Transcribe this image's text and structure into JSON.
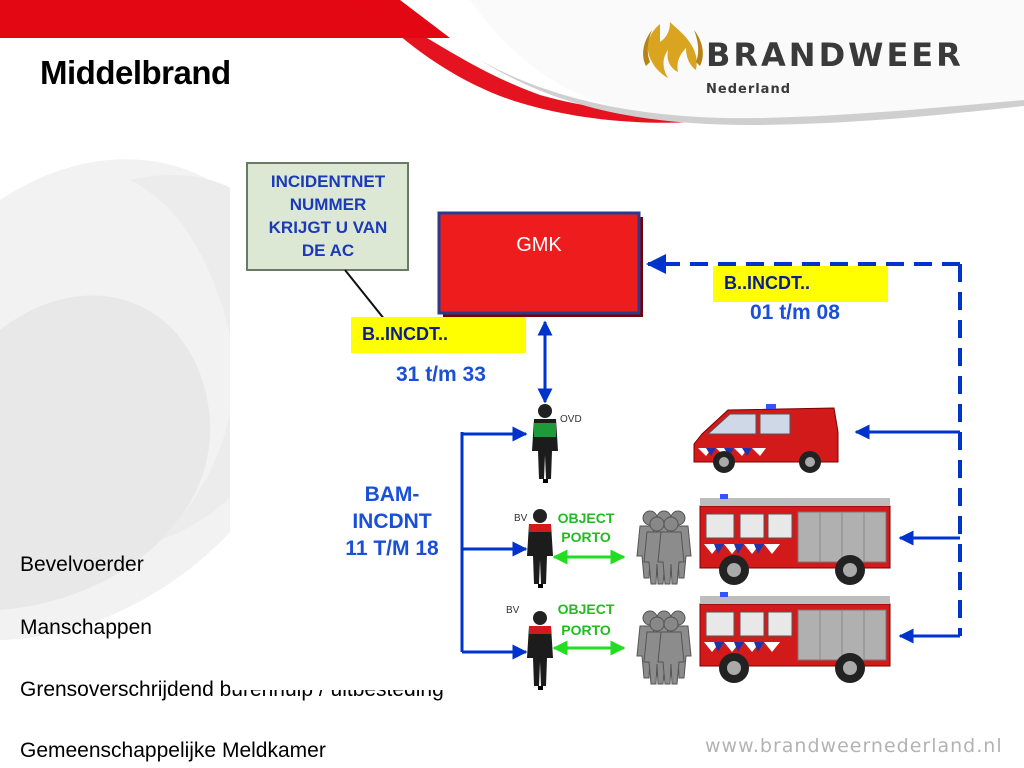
{
  "slide": {
    "title": "Middelbrand",
    "logo": {
      "name": "BRANDWEER",
      "country": "Nederland"
    },
    "footer_url": "www.brandweernederland.nl",
    "items": [
      "Bevelvoerder",
      "Manschappen",
      "Grensoverschrijdend burenhulp / uitbesteding",
      "Gemeenschappelijke Meldkamer"
    ]
  },
  "diagram": {
    "note_box": [
      "INCIDENTNET",
      "NUMMER",
      "KRIJGT U VAN",
      "DE AC"
    ],
    "gmk_label": "GMK",
    "tag_right": "B..INCDT..",
    "range_right": "01 t/m 08",
    "tag_left": "B..INCDT..",
    "range_left": "31 t/m 33",
    "bam_lines": [
      "BAM-",
      "INCDNT",
      "11 T/M 18"
    ],
    "roles": {
      "ovd": "OVD",
      "bv1": "BV",
      "bv2": "BV"
    },
    "porto_lines": [
      "OBJECT",
      "PORTO"
    ]
  },
  "colors": {
    "brand_red": "#e30613",
    "blue": "#0033cc",
    "green": "#22dd22",
    "note_bg": "#dde8d4",
    "yellow": "#ffff00",
    "logo_gold": "#d9a520"
  }
}
